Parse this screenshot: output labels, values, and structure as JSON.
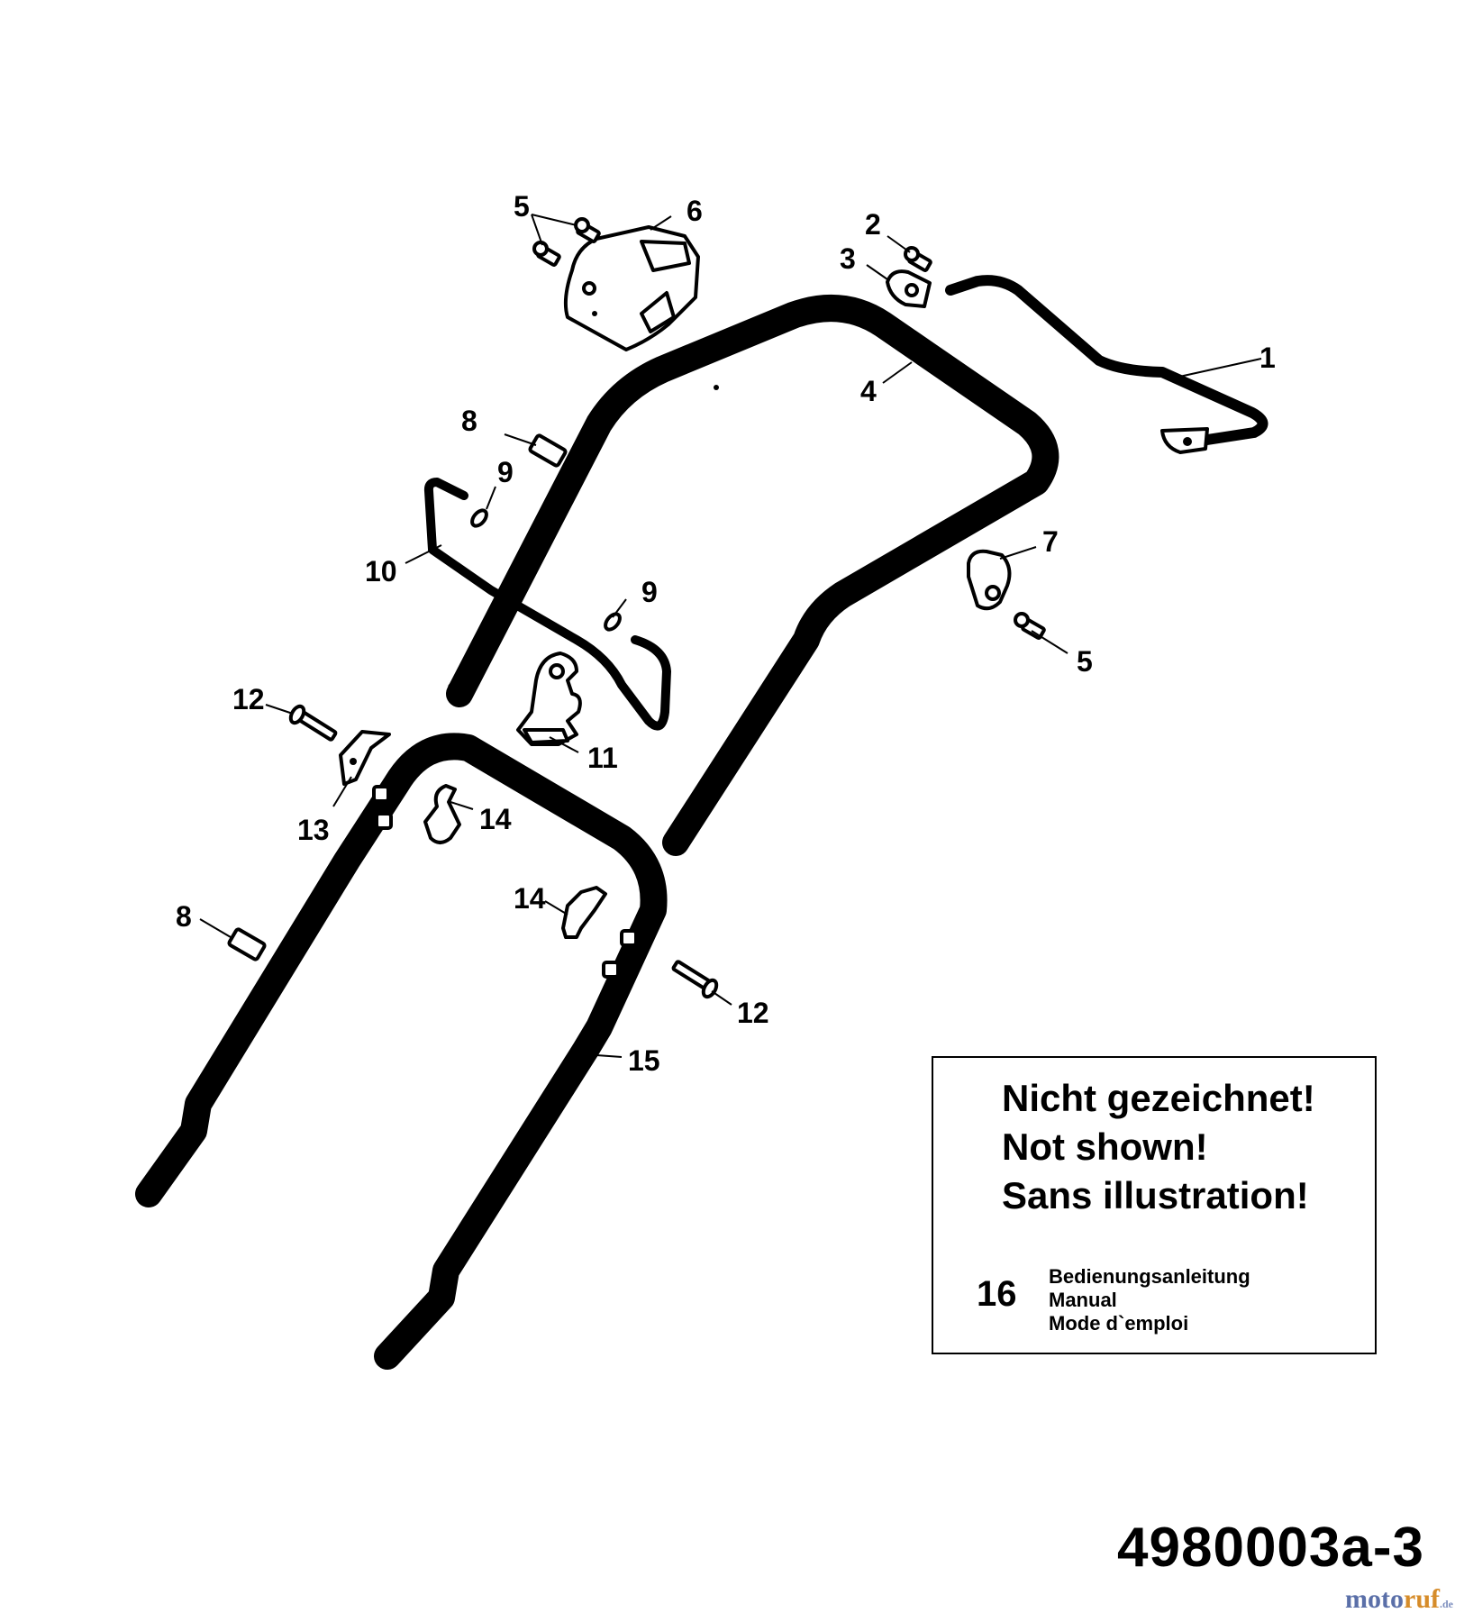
{
  "callouts": {
    "c1": "1",
    "c2": "2",
    "c3": "3",
    "c4": "4",
    "c5a": "5",
    "c5b": "5",
    "c6": "6",
    "c7": "7",
    "c8a": "8",
    "c8b": "8",
    "c9a": "9",
    "c9b": "9",
    "c10": "10",
    "c11": "11",
    "c12a": "12",
    "c12b": "12",
    "c13": "13",
    "c14a": "14",
    "c14b": "14",
    "c15": "15"
  },
  "note": {
    "line1": "Nicht gezeichnet!",
    "line2": "Not shown!",
    "line3": "Sans illustration!",
    "item_number": "16",
    "item_de": "Bedienungsanleitung",
    "item_en": "Manual",
    "item_fr": "Mode d`emploi"
  },
  "drawing_number": "4980003a-3",
  "watermark": {
    "part1": "moto",
    "part2": "ruf",
    "suffix": ".de"
  }
}
